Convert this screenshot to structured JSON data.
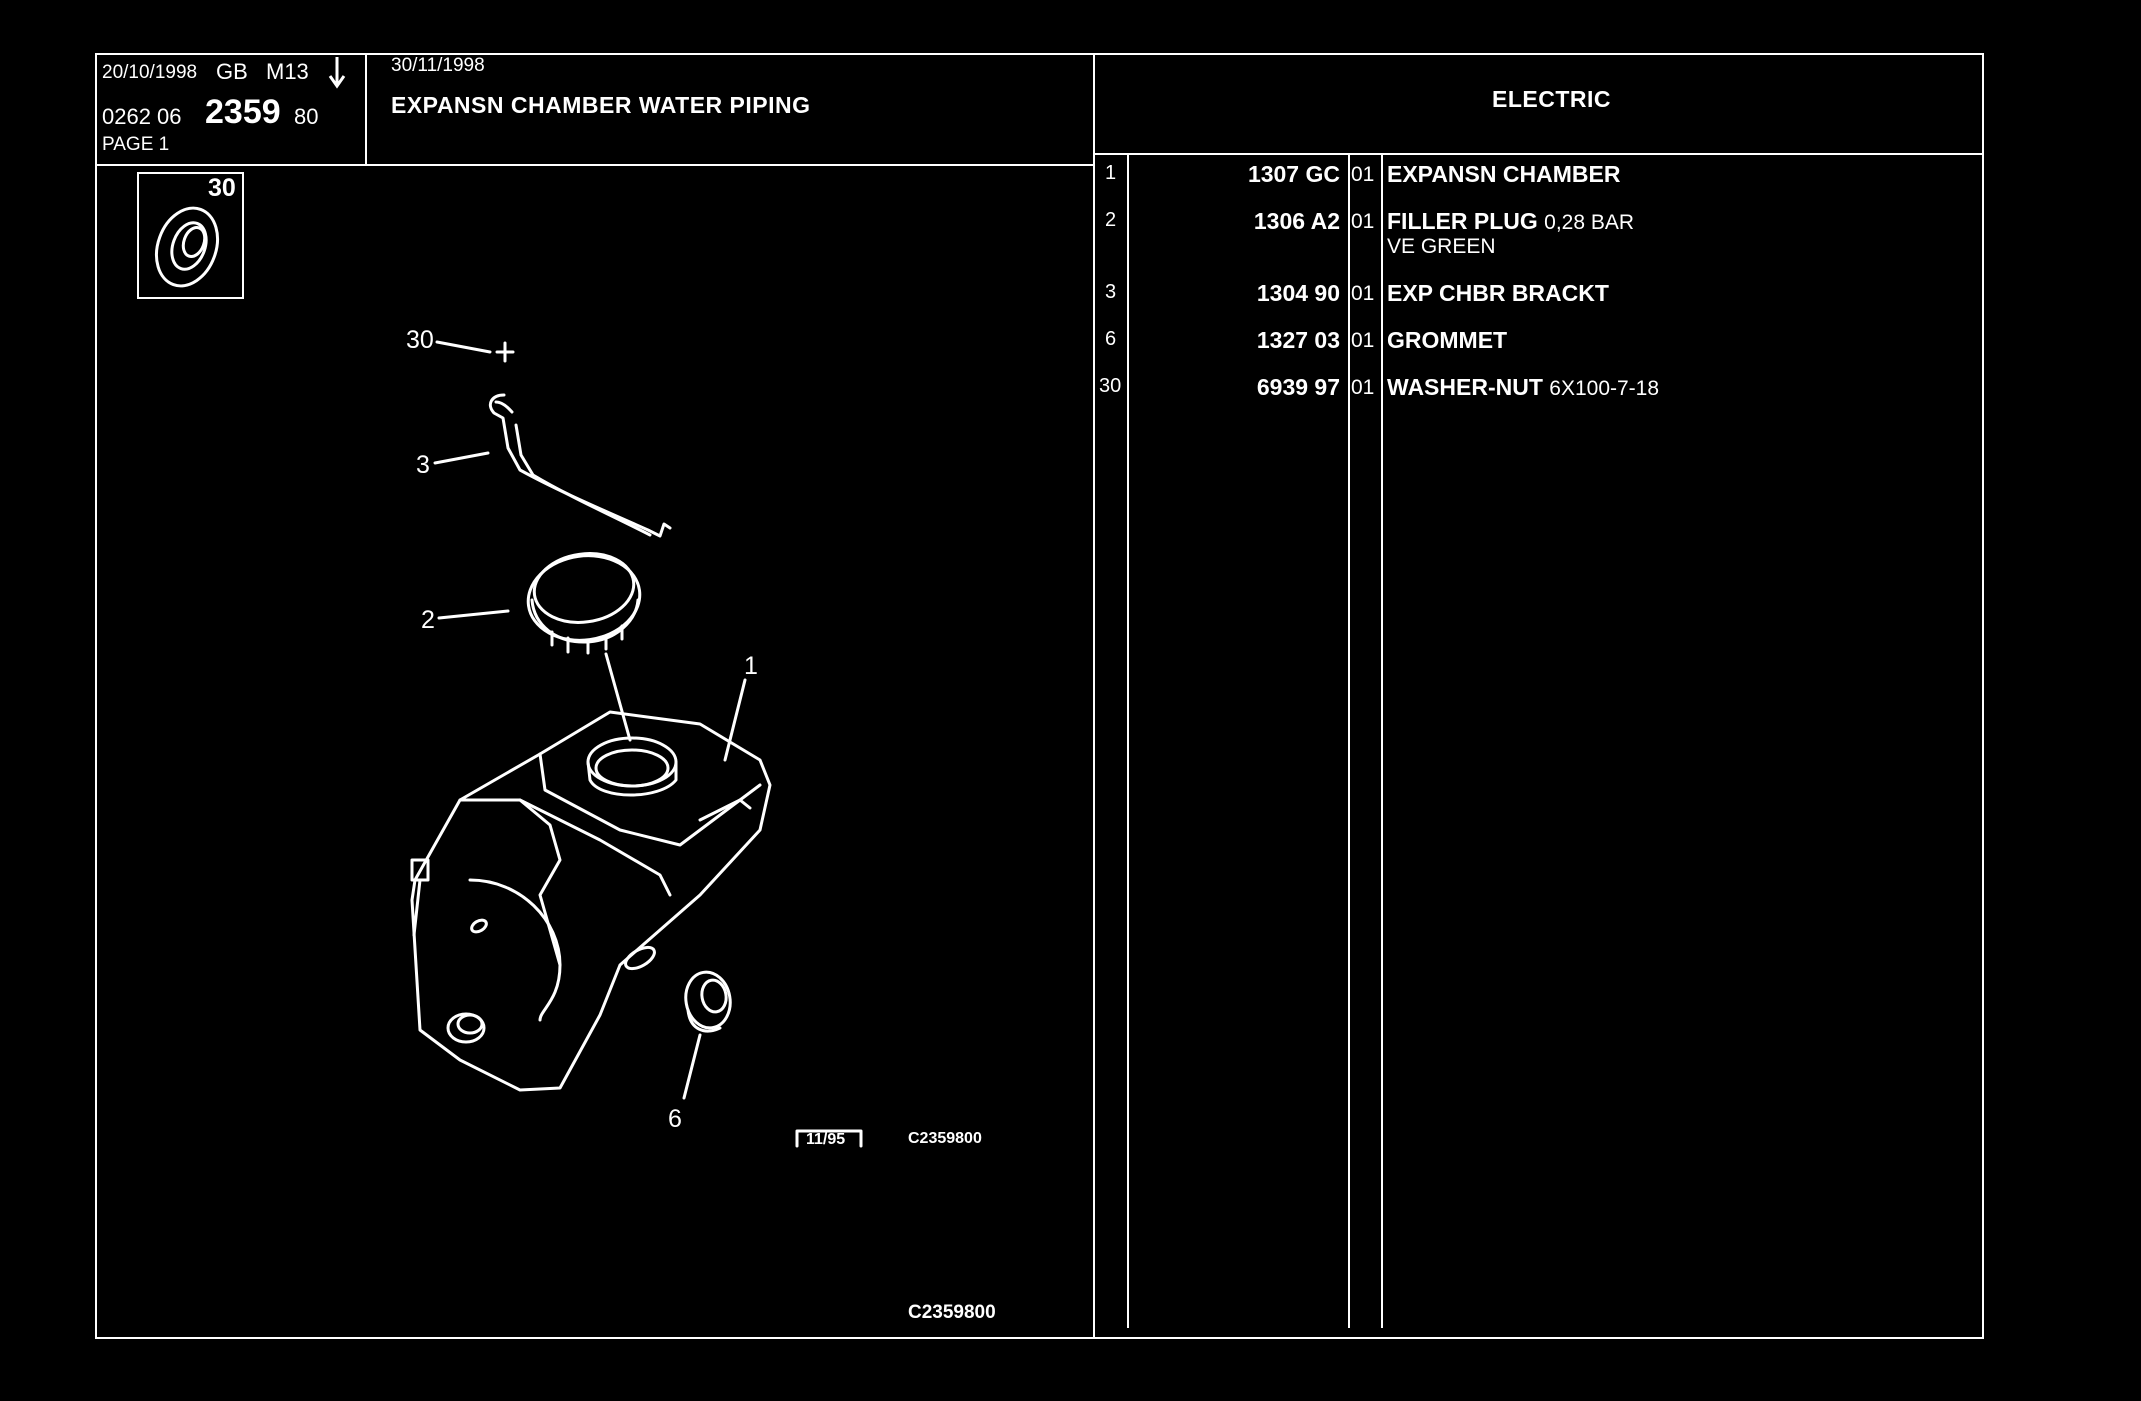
{
  "header": {
    "date": "20/10/1998",
    "lang": "GB",
    "model": "M13",
    "arrow": "arrow-down-icon",
    "ref_prefix": "0262 06",
    "ref_main": "2359",
    "ref_suffix": "80",
    "page": "PAGE 1",
    "updated": "30/11/1998",
    "title": "EXPANSN CHAMBER WATER PIPING",
    "category": "ELECTRIC"
  },
  "inset": {
    "label": "30"
  },
  "callouts": [
    "30",
    "3",
    "2",
    "1",
    "6"
  ],
  "stamp": {
    "box": "11/95",
    "code": "C2359800"
  },
  "footer_code": "C2359800",
  "parts": [
    {
      "num": "1",
      "ref": "1307 GC",
      "qty": "01",
      "desc": "EXPANSN CHAMBER",
      "extra": "",
      "sub": ""
    },
    {
      "num": "2",
      "ref": "1306 A2",
      "qty": "01",
      "desc": "FILLER PLUG",
      "extra": "0,28 BAR",
      "sub": "VE GREEN"
    },
    {
      "num": "3",
      "ref": "1304 90",
      "qty": "01",
      "desc": "EXP CHBR BRACKT",
      "extra": "",
      "sub": ""
    },
    {
      "num": "6",
      "ref": "1327 03",
      "qty": "01",
      "desc": "GROMMET",
      "extra": "",
      "sub": ""
    },
    {
      "num": "30",
      "ref": "6939 97",
      "qty": "01",
      "desc": "WASHER-NUT",
      "extra": "6X100-7-18",
      "sub": ""
    }
  ]
}
